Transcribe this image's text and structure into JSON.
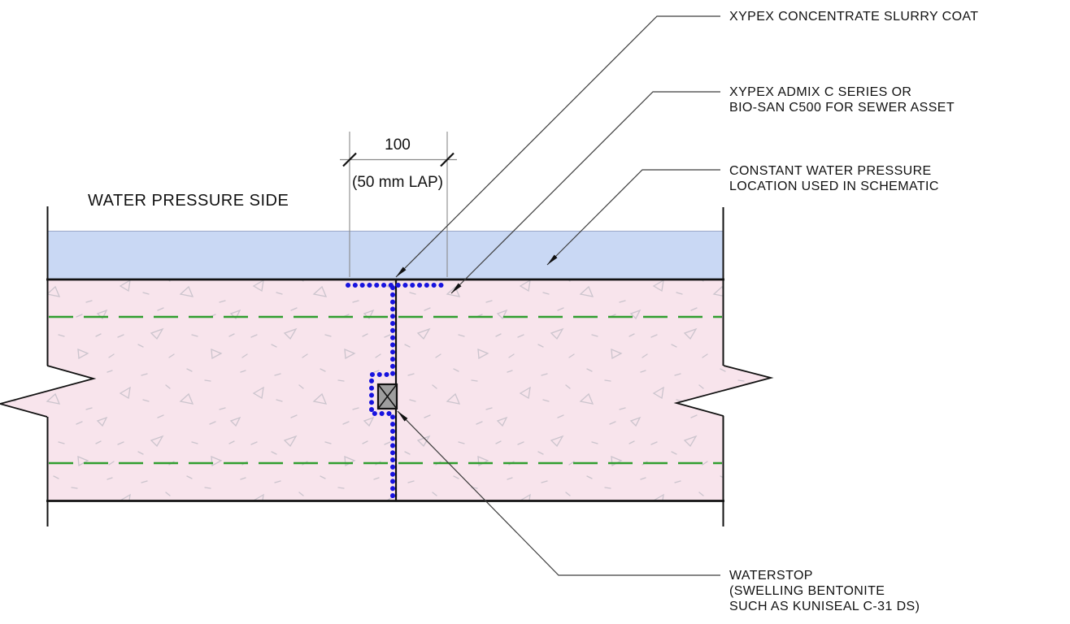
{
  "drawing": {
    "title": "WATER PRESSURE SIDE",
    "dimension": {
      "value": "100",
      "note": "(50 mm LAP)"
    },
    "callouts": {
      "slurry_coat": {
        "line1": "XYPEX CONCENTRATE SLURRY COAT"
      },
      "admix": {
        "line1": "XYPEX ADMIX C SERIES OR",
        "line2": "BIO-SAN C500 FOR SEWER ASSET"
      },
      "water_pressure": {
        "line1": "CONSTANT WATER PRESSURE",
        "line2": "LOCATION USED IN SCHEMATIC"
      },
      "waterstop": {
        "line1": "WATERSTOP",
        "line2": "(SWELLING BENTONITE",
        "line3": "SUCH AS KUNISEAL C-31 DS)"
      }
    },
    "colors": {
      "water": "#c9d8f4",
      "water-edge": "#9aa8c8",
      "concrete": "#f8e4ec",
      "speck": "#cbc4cd",
      "rebar": "#2f9e2f",
      "xypex": "#1713df",
      "waterstop": "#9e9e9e",
      "ink": "#111111",
      "leader": "#3c3c3c",
      "dim": "#8a8a8a"
    }
  }
}
